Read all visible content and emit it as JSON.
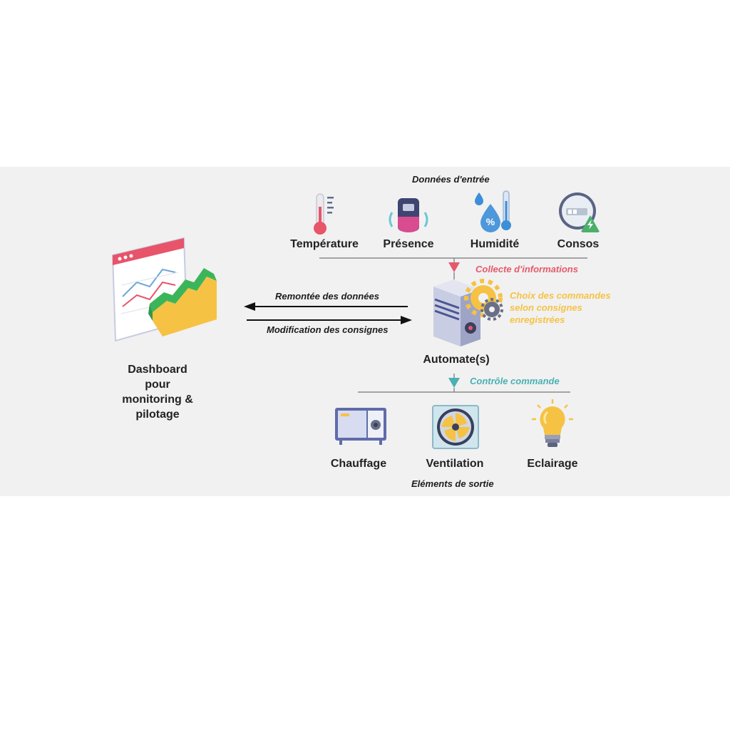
{
  "inputs": {
    "title": "Données d'entrée",
    "items": [
      {
        "label": "Température",
        "icon": "thermometer-icon"
      },
      {
        "label": "Présence",
        "icon": "presence-sensor-icon"
      },
      {
        "label": "Humidité",
        "icon": "humidity-icon"
      },
      {
        "label": "Consos",
        "icon": "energy-meter-icon"
      }
    ]
  },
  "collect_label": "Collecte d'informations",
  "controller": {
    "label": "Automate(s)",
    "note_lines": [
      "Choix des commandes",
      "selon consignes",
      "enregistrées"
    ]
  },
  "dashboard": {
    "label_lines": [
      "Dashboard",
      "pour",
      "monitoring &",
      "pilotage"
    ]
  },
  "arrows": {
    "up_label": "Remontée des données",
    "down_label": "Modification des consignes"
  },
  "control_label": "Contrôle commande",
  "outputs": {
    "title": "Eléments de sortie",
    "items": [
      {
        "label": "Chauffage",
        "icon": "heater-icon"
      },
      {
        "label": "Ventilation",
        "icon": "fan-icon"
      },
      {
        "label": "Eclairage",
        "icon": "lightbulb-icon"
      }
    ]
  },
  "colors": {
    "panel_bg": "#f1f1f1",
    "collect": "#e55a6a",
    "control": "#4ab0b3",
    "note": "#f6c244",
    "line": "#8a8a8a"
  }
}
